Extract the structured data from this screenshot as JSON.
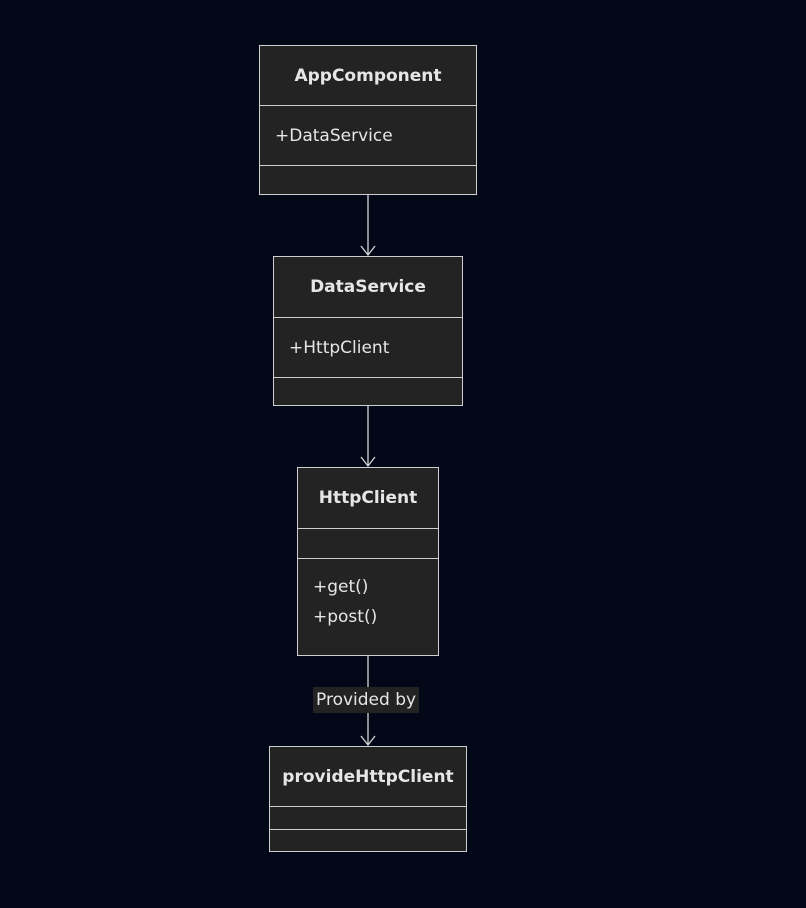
{
  "diagram": {
    "classes": [
      {
        "id": "app",
        "name": "AppComponent",
        "attributes": [
          "+DataService"
        ],
        "methods": []
      },
      {
        "id": "data",
        "name": "DataService",
        "attributes": [
          "+HttpClient"
        ],
        "methods": []
      },
      {
        "id": "http",
        "name": "HttpClient",
        "attributes": [],
        "methods": [
          "+get()",
          "+post()"
        ]
      },
      {
        "id": "provide",
        "name": "provideHttpClient",
        "attributes": [],
        "methods": []
      }
    ],
    "edges": [
      {
        "from": "app",
        "to": "data",
        "label": ""
      },
      {
        "from": "data",
        "to": "http",
        "label": ""
      },
      {
        "from": "http",
        "to": "provide",
        "label": "Provided by"
      }
    ]
  }
}
